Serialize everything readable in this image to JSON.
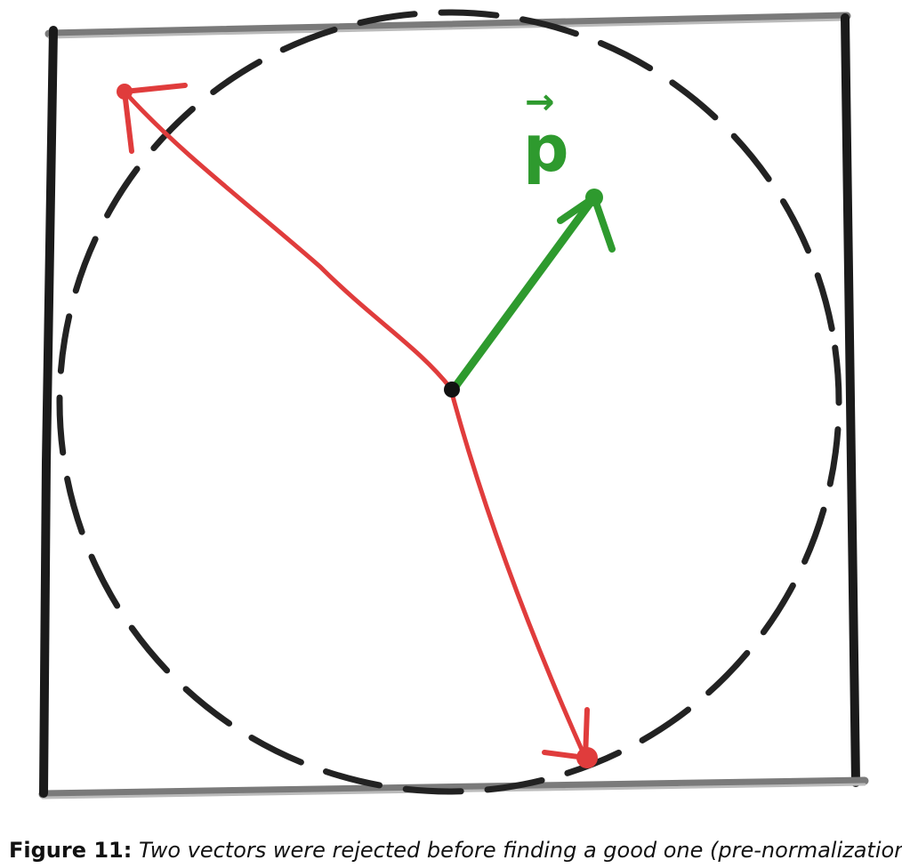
{
  "figure": {
    "label": "Figure 11:",
    "caption": "Two vectors were rejected before finding a good one (pre-normalization)"
  },
  "diagram": {
    "vector_label": "p",
    "vector_arrow_glyph": "→",
    "colors": {
      "box": "#1a1a1a",
      "circle": "#222222",
      "rejected_vector": "#e03c3c",
      "accepted_vector": "#2e9a2e",
      "origin": "#111111"
    }
  }
}
